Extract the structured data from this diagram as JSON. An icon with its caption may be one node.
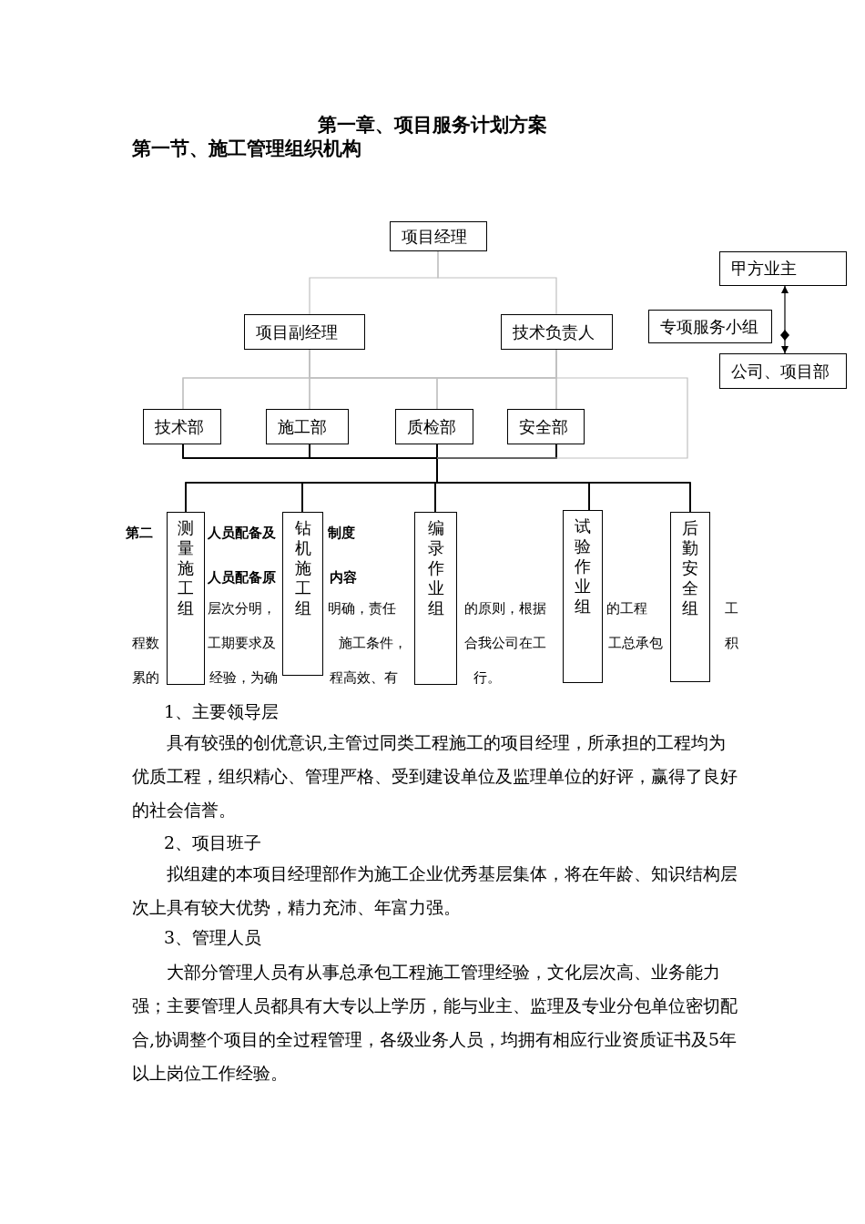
{
  "diagram": {
    "title": "第一章、项目服务计划方案",
    "nodes": [
      {
        "text": [
          "项目经理"
        ]
      },
      {
        "text": [
          "项目副经理"
        ]
      },
      {
        "text": [
          "技术负责人"
        ]
      },
      {
        "text": [
          "技术部"
        ]
      },
      {
        "text": [
          "施工部"
        ]
      },
      {
        "text": [
          "质检部"
        ]
      },
      {
        "text": [
          "安全部"
        ]
      },
      {
        "text": [
          "测量施工组"
        ]
      },
      {
        "text": [
          "钻机施工组"
        ]
      },
      {
        "text": [
          "编录作业组"
        ]
      },
      {
        "text": [
          "试验作业组"
        ]
      },
      {
        "text": [
          "后勤安全组"
        ]
      },
      {
        "text": [
          "甲方业主"
        ]
      },
      {
        "text": [
          "专项服务小组"
        ]
      },
      {
        "text": [
          "公司、项目部"
        ]
      }
    ],
    "edges": [
      {
        "from": 0,
        "to": 1,
        "arrow": "none",
        "color": "#c0c0c0"
      },
      {
        "from": 0,
        "to": 2,
        "arrow": "none",
        "color": "#c0c0c0"
      },
      {
        "from": 1,
        "to": 3,
        "arrow": "none",
        "color": "#c0c0c0"
      },
      {
        "from": 1,
        "to": 4,
        "arrow": "none",
        "color": "#c0c0c0"
      },
      {
        "from": 1,
        "to": 5,
        "arrow": "none",
        "color": "#c0c0c0"
      },
      {
        "from": 1,
        "to": 6,
        "arrow": "none",
        "color": "#c0c0c0"
      },
      {
        "from": 2,
        "to": 3,
        "arrow": "none",
        "color": "#c0c0c0"
      },
      {
        "from": 2,
        "to": 4,
        "arrow": "none",
        "color": "#c0c0c0"
      },
      {
        "from": 2,
        "to": 5,
        "arrow": "none",
        "color": "#c0c0c0"
      },
      {
        "from": 2,
        "to": 6,
        "arrow": "none",
        "color": "#c0c0c0"
      },
      {
        "from": 3,
        "to": 7,
        "arrow": "none"
      },
      {
        "from": 3,
        "to": 8,
        "arrow": "none"
      },
      {
        "from": 3,
        "to": 9,
        "arrow": "none"
      },
      {
        "from": 3,
        "to": 10,
        "arrow": "none"
      },
      {
        "from": 3,
        "to": 11,
        "arrow": "none"
      },
      {
        "from": 4,
        "to": 7,
        "arrow": "none"
      },
      {
        "from": 4,
        "to": 8,
        "arrow": "none"
      },
      {
        "from": 4,
        "to": 9,
        "arrow": "none"
      },
      {
        "from": 4,
        "to": 10,
        "arrow": "none"
      },
      {
        "from": 4,
        "to": 11,
        "arrow": "none"
      },
      {
        "from": 5,
        "to": 7,
        "arrow": "none"
      },
      {
        "from": 5,
        "to": 8,
        "arrow": "none"
      },
      {
        "from": 5,
        "to": 9,
        "arrow": "none"
      },
      {
        "from": 5,
        "to": 10,
        "arrow": "none"
      },
      {
        "from": 5,
        "to": 11,
        "arrow": "none"
      },
      {
        "from": 6,
        "to": 7,
        "arrow": "none"
      },
      {
        "from": 6,
        "to": 8,
        "arrow": "none"
      },
      {
        "from": 6,
        "to": 9,
        "arrow": "none"
      },
      {
        "from": 6,
        "to": 10,
        "arrow": "none"
      },
      {
        "from": 6,
        "to": 11,
        "arrow": "none"
      },
      {
        "from": 14,
        "to": 12,
        "arrow": "both"
      }
    ],
    "labels": [
      "第一节、施工管理组织机构",
      "第二",
      "人员配备及",
      "制度",
      "人员配备原",
      "内容",
      "层次分明，",
      "明确，责任",
      "的原则，根据",
      "的工程",
      "工",
      "程数",
      "工期要求及",
      "施工条件，",
      "合我公司在工",
      "工总承包",
      "积",
      "累的",
      "经验，为确",
      "程高效、有",
      "行。",
      "1、主要领导层",
      "具有较强的创优意识,主管过同类工程施工的项目经理，所承担的工程均为优质工程，组织精心、管理严格、受到建设单位及监理单位的好评，赢得了良好的社会信誉。",
      "2、项目班子",
      "拟组建的本项目经理部作为施工企业优秀基层集体，将在年龄、知识结构层次上具有较大优势，精力充沛、年富力强。",
      "3、管理人员",
      "大部分管理人员有从事总承包工程施工管理经验，文化层次高、业务能力强；主要管理人员都具有大专以上学历，能与业主、监理及专业分包单位密切配合,协调整个项目的全过程管理，各级业务人员，均拥有相应行业资质证书及5年以上岗位工作经验。"
    ]
  }
}
